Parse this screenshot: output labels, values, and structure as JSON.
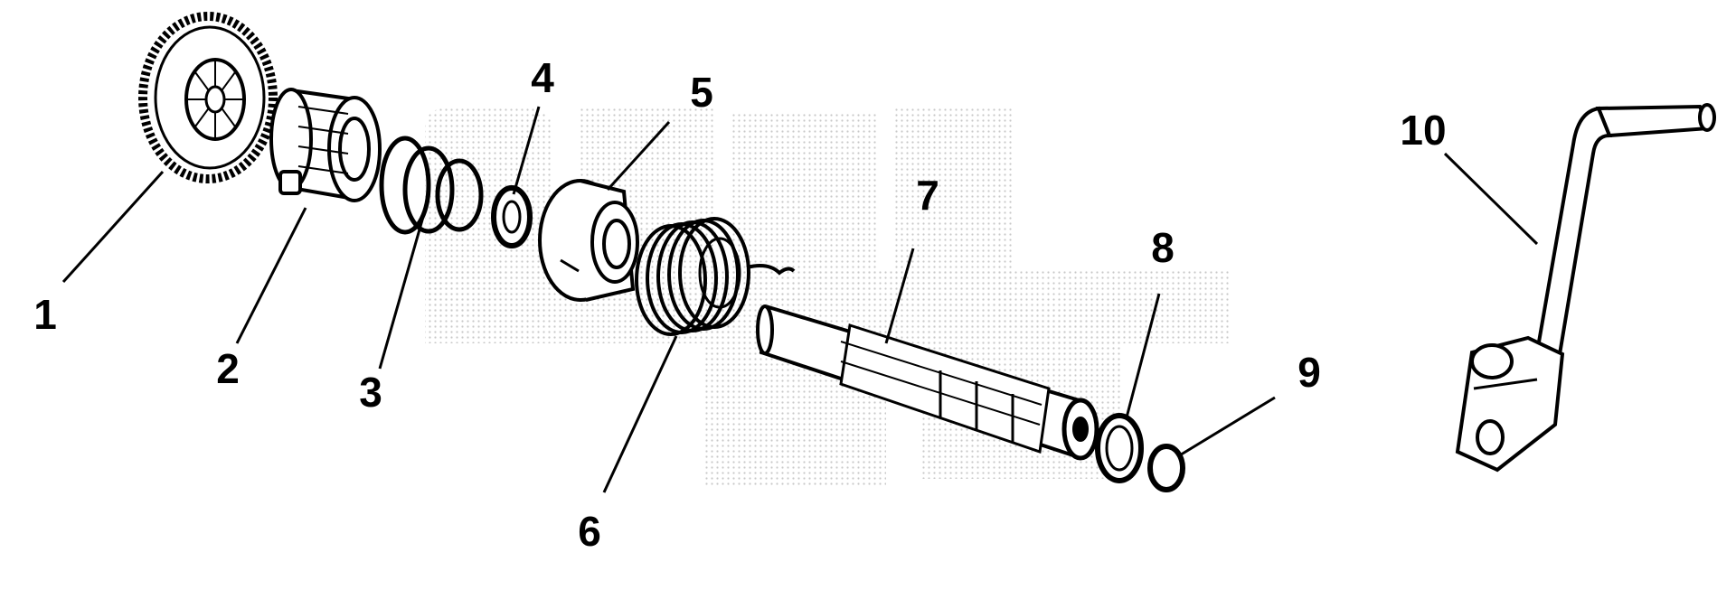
{
  "diagram": {
    "type": "exploded-parts-diagram",
    "line_color": "#000000",
    "watermark_color": "#c8c8c8",
    "callouts": [
      "1",
      "2",
      "3",
      "4",
      "5",
      "6",
      "7",
      "8",
      "9",
      "10"
    ],
    "parts": [
      {
        "id": "1",
        "kind": "gear"
      },
      {
        "id": "2",
        "kind": "ratchet-sleeve"
      },
      {
        "id": "3",
        "kind": "circlip-pair"
      },
      {
        "id": "4",
        "kind": "washer"
      },
      {
        "id": "5",
        "kind": "spring-cup"
      },
      {
        "id": "6",
        "kind": "return-spring"
      },
      {
        "id": "7",
        "kind": "splined-shaft"
      },
      {
        "id": "8",
        "kind": "washer"
      },
      {
        "id": "9",
        "kind": "circlip"
      },
      {
        "id": "10",
        "kind": "kick-start-lever"
      }
    ]
  }
}
